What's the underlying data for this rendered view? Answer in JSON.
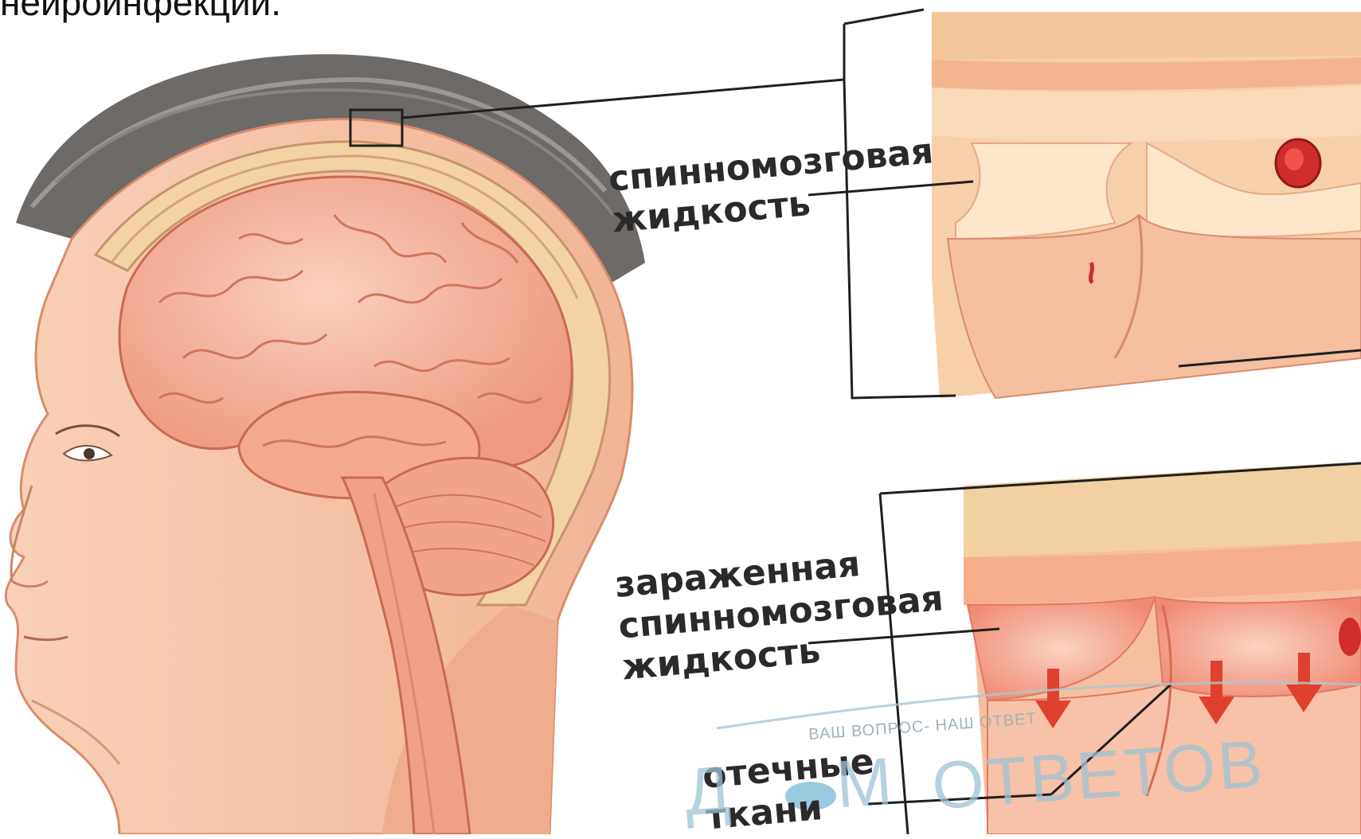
{
  "caption": "нейроинфекций.",
  "labels": {
    "csf": [
      "спинномозговая",
      "жидкость"
    ],
    "infected_csf": [
      "зараженная",
      "спинномозговая",
      "жидкость"
    ],
    "edema": [
      "отечные",
      "ткани"
    ]
  },
  "watermark": {
    "tagline": "ВАШ ВОПРОС- НАШ ОТВЕТ",
    "brand_left": "Д",
    "brand_middle": "М",
    "brand_right": "ОТВЕТОВ"
  },
  "colors": {
    "tissue": "#f6c3a3",
    "brain": "#f2a082",
    "infected": "#ef8a70",
    "vessel": "#d02d2a",
    "outline": "#222222"
  }
}
